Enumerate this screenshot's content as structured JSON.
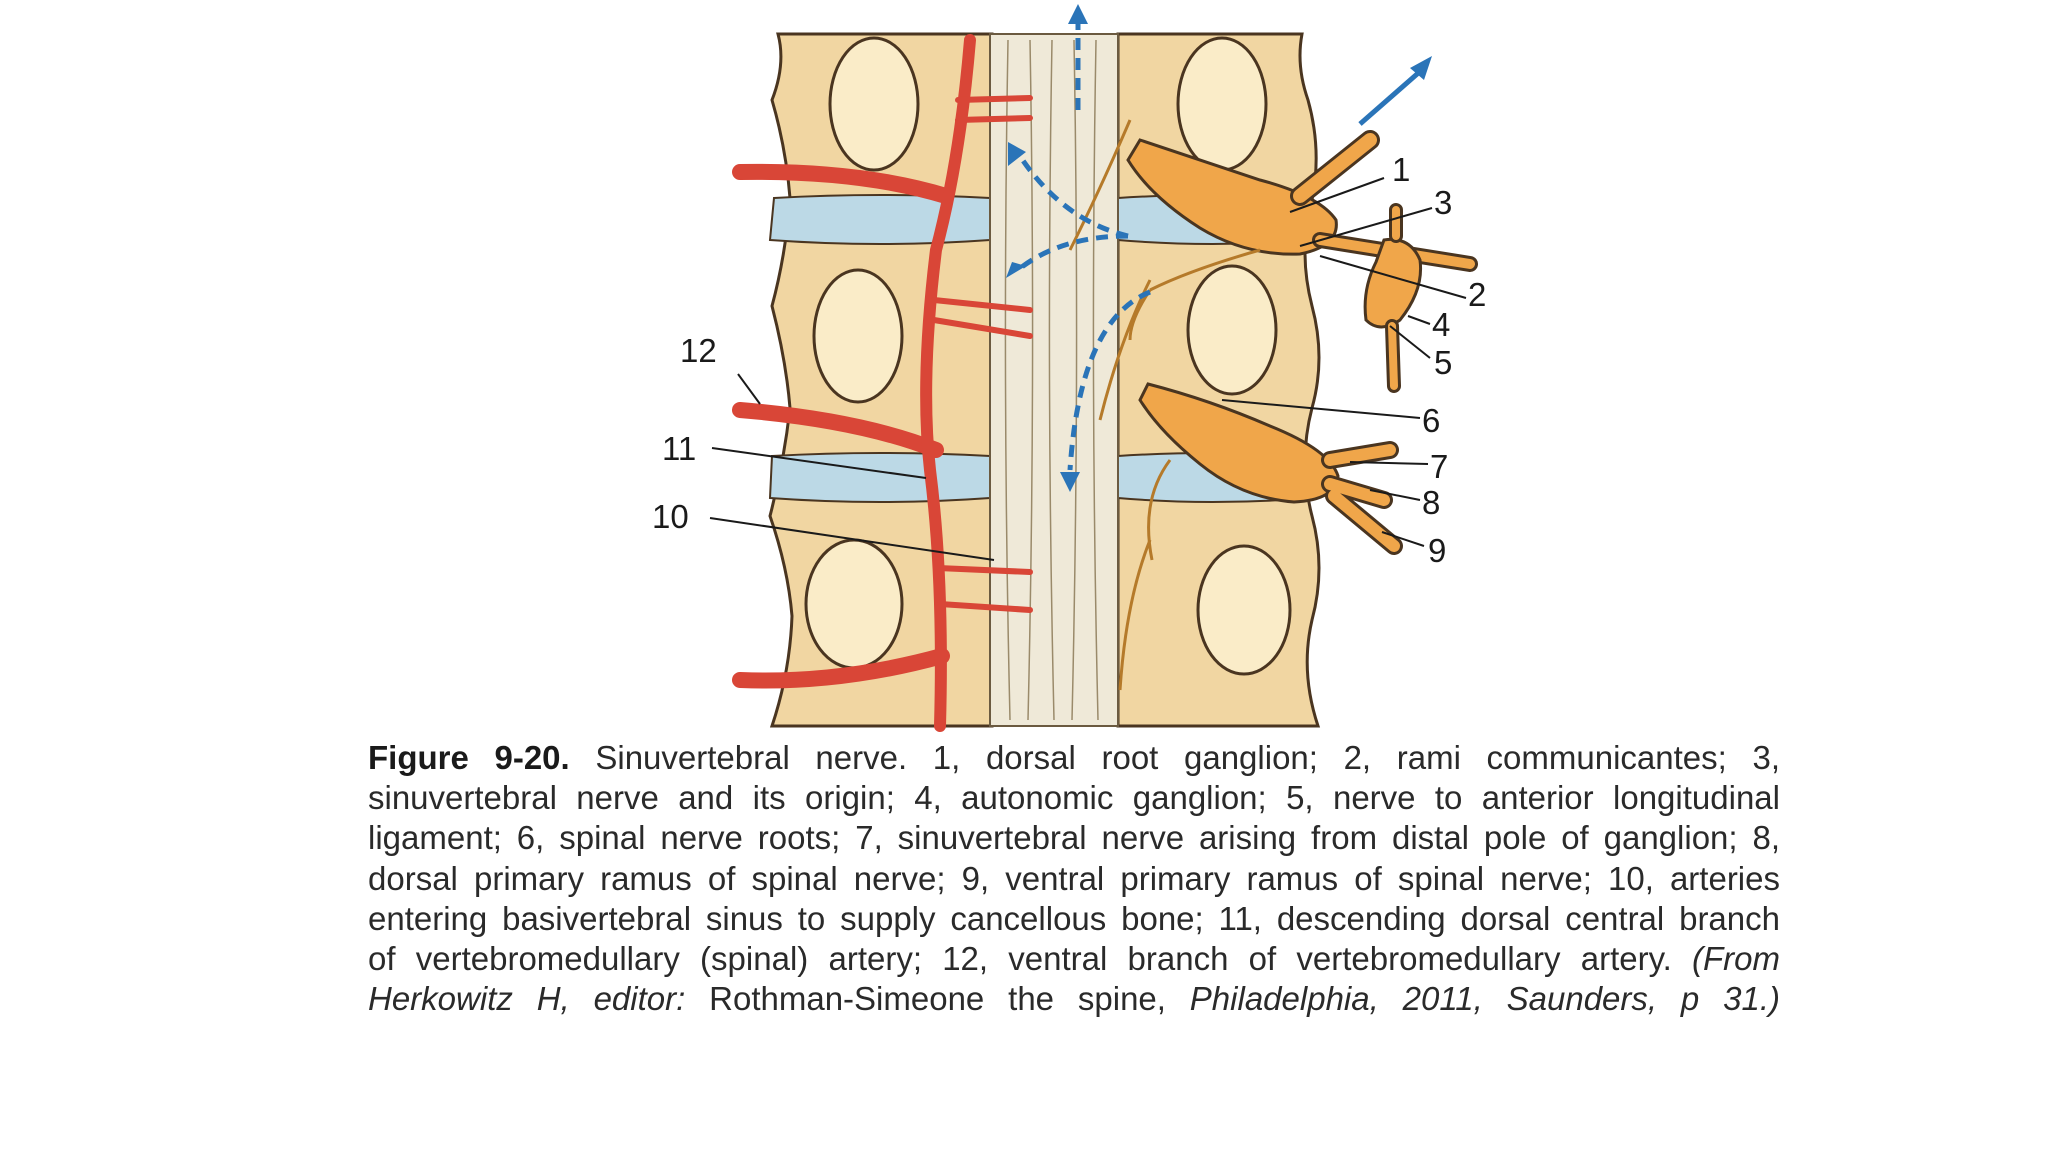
{
  "labels": [
    {
      "id": "1",
      "text": "1"
    },
    {
      "id": "3",
      "text": "3"
    },
    {
      "id": "2",
      "text": "2"
    },
    {
      "id": "4",
      "text": "4"
    },
    {
      "id": "5",
      "text": "5"
    },
    {
      "id": "6",
      "text": "6"
    },
    {
      "id": "7",
      "text": "7"
    },
    {
      "id": "8",
      "text": "8"
    },
    {
      "id": "9",
      "text": "9"
    },
    {
      "id": "12",
      "text": "12"
    },
    {
      "id": "11",
      "text": "11"
    },
    {
      "id": "10",
      "text": "10"
    }
  ],
  "caption": {
    "figure_label": "Figure 9-20.",
    "body": " Sinuvertebral nerve. 1, dorsal root ganglion; 2, rami communicantes; 3, sinuvertebral nerve and its origin; 4, autonomic ganglion; 5, nerve to anterior longitudinal ligament; 6, spinal nerve roots; 7, sinuvertebral nerve arising from distal pole of ganglion; 8, dorsal primary ramus of spinal nerve; 9, ventral primary ramus of spinal nerve; 10, arteries entering basivertebral sinus to supply cancellous bone; 11, descending dorsal central branch of vertebromedullary (spinal) artery; 12, ventral branch of vertebromedullary artery. ",
    "source_italic_1": "(From Herkowitz H, editor:",
    "source_plain": " Rothman-Simeone the spine, ",
    "source_italic_2": "Philadelphia, 2011, Saunders, p 31.)"
  },
  "colors": {
    "bone": "#f1d6a2",
    "bone_outline": "#4a3520",
    "disc": "#bcd9e6",
    "ligament": "#efe9d8",
    "artery": "#d94637",
    "nerve": "#f0a64a",
    "arrow": "#2a74b8"
  }
}
